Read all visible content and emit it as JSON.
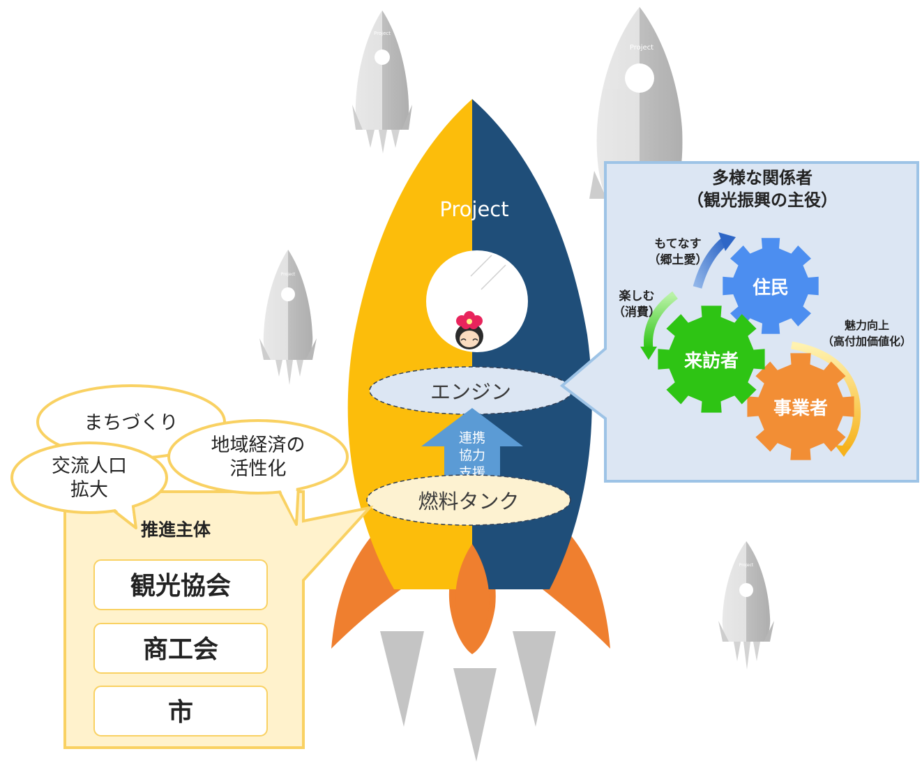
{
  "colors": {
    "rocket_left": "#fcbd0b",
    "rocket_right": "#1f4e79",
    "flame": "#ef7f2f",
    "exhaust": "#c4c4c4",
    "engine_fill": "#dce6f3",
    "tank_fill": "#fdf2d1",
    "arrow": "#5b9bd5",
    "panel_fill": "#dce6f3",
    "panel_border": "#9dc3e6",
    "bubble_fill": "#fff2cc",
    "bubble_border": "#f9d162",
    "gear_resident": "#4c8ef0",
    "gear_visitor": "#2ec414",
    "gear_business": "#f28e35"
  },
  "rocket": {
    "label": "Project",
    "engine_label": "エンジン",
    "tank_label": "燃料タンク",
    "arrow_lines": [
      "連携",
      "協力",
      "支援"
    ]
  },
  "background_rockets": {
    "label": "Project"
  },
  "stakeholders": {
    "title_line1": "多様な関係者",
    "title_line2": "（観光振興の主役）",
    "gears": {
      "resident": "住民",
      "visitor": "来訪者",
      "business": "事業者"
    },
    "arrows": {
      "hospitality_line1": "もてなす",
      "hospitality_line2": "（郷土愛）",
      "enjoy_line1": "楽しむ",
      "enjoy_line2": "（消費）",
      "appeal_line1": "魅力向上",
      "appeal_line2": "（高付加価値化）"
    }
  },
  "promoters": {
    "title": "推進主体",
    "items": [
      "観光協会",
      "商工会",
      "市"
    ]
  },
  "goals": {
    "town": "まちづくり",
    "exchange_line1": "交流人口",
    "exchange_line2": "拡大",
    "economy_line1": "地域経済の",
    "economy_line2": "活性化"
  }
}
